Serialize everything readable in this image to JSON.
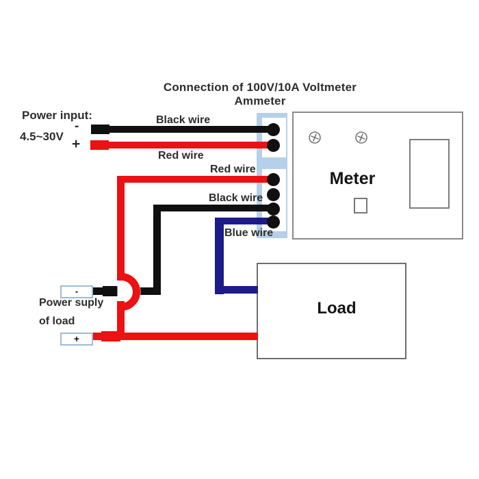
{
  "title": "Connection of 100V/10A Voltmeter Ammeter",
  "power_input": {
    "label": "Power input:",
    "voltage": "4.5~30V",
    "negative": "-",
    "positive": "+"
  },
  "wire_labels": {
    "input_black": "Black wire",
    "input_red": "Red wire",
    "measure_red": "Red wire",
    "measure_black": "Black wire",
    "measure_blue": "Blue wire"
  },
  "meter": {
    "label": "Meter"
  },
  "load": {
    "label": "Load"
  },
  "load_power_supply": {
    "caption_line1": "Power suply",
    "caption_line2": "of load",
    "negative": "-",
    "positive": "+"
  },
  "colors": {
    "wire_black": "#101010",
    "wire_red": "#ea1212",
    "wire_blue": "#1b1b8a",
    "connector_block": "#b5d0e9",
    "terminal_box_border": "#a0bad3",
    "device_border": "#8a8a8a",
    "text": "#2d2d2d"
  }
}
